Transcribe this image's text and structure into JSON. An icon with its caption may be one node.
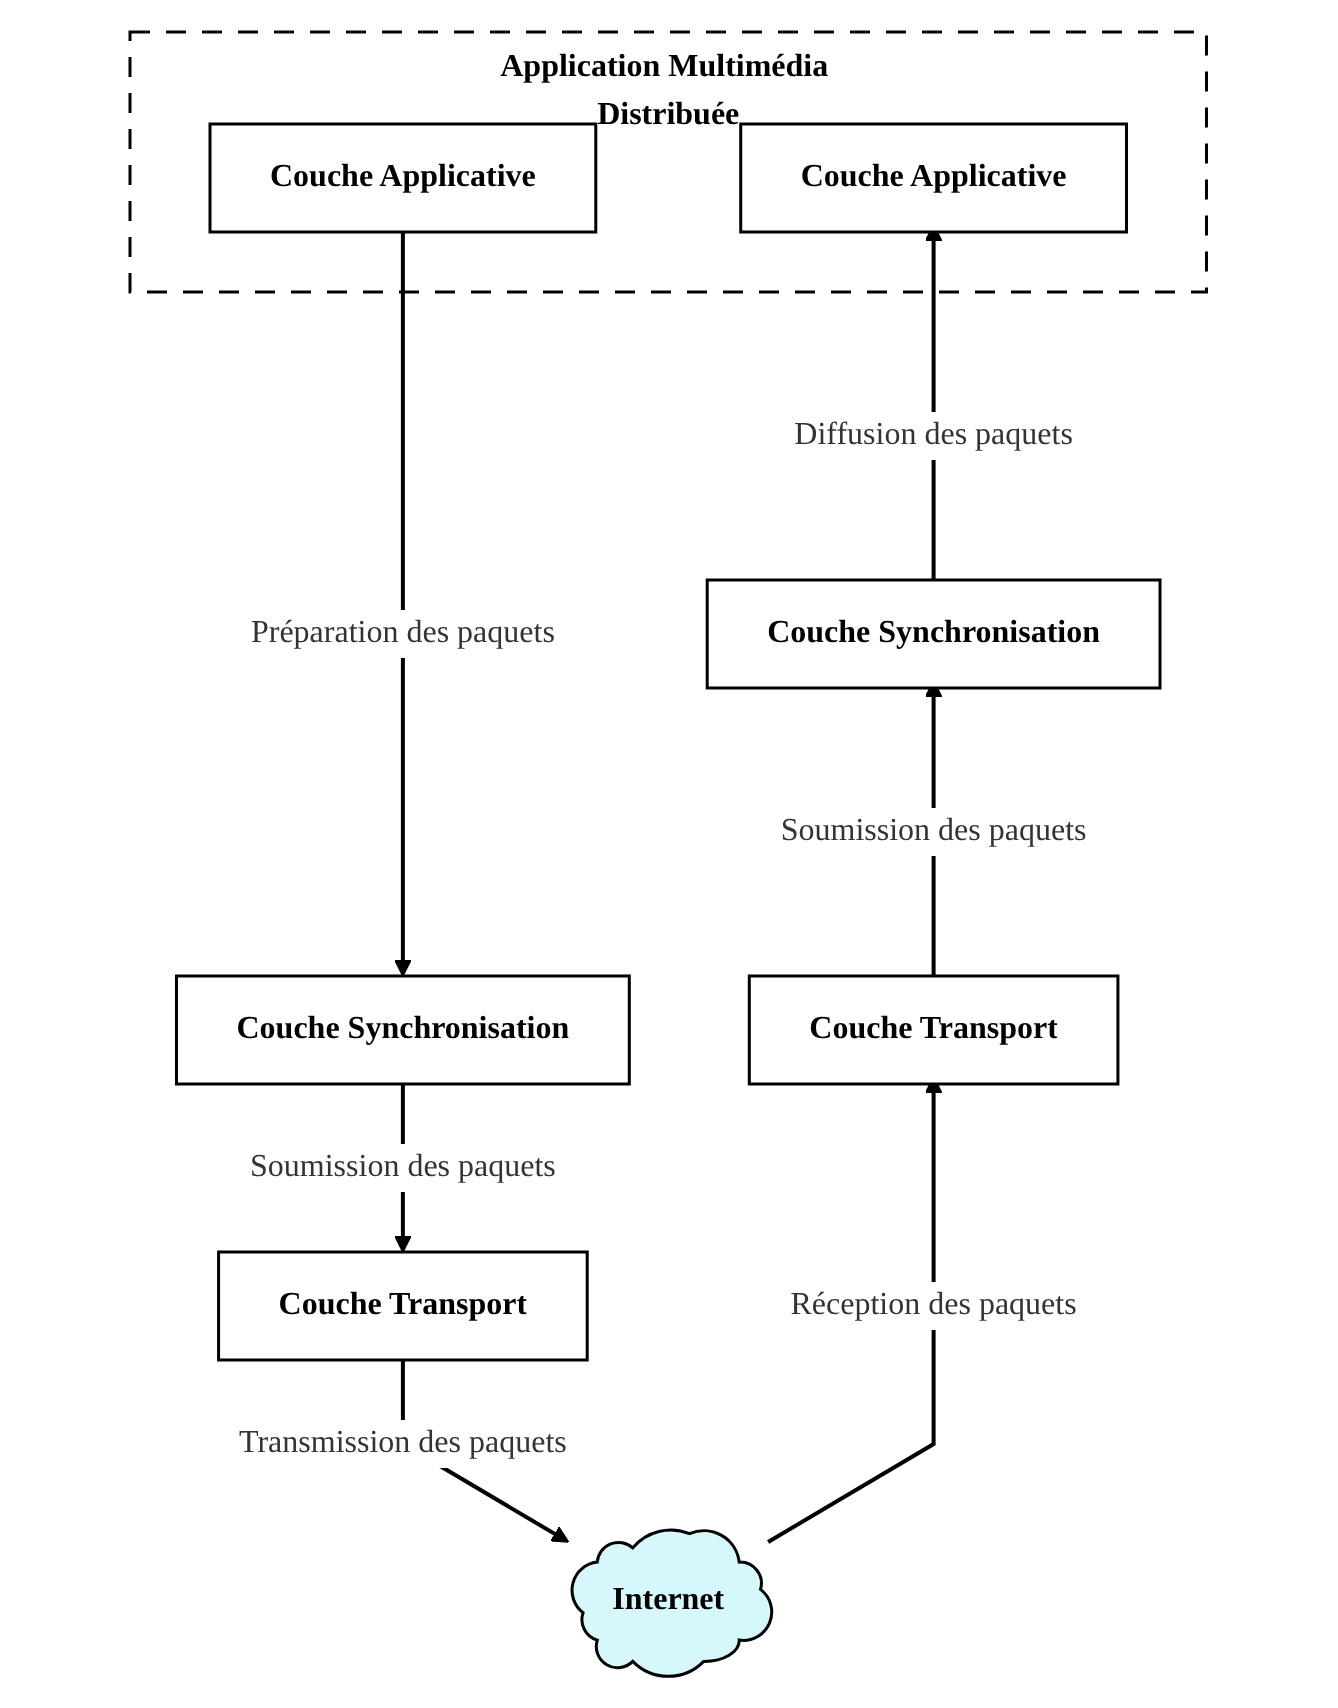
{
  "diagram": {
    "nodes": [
      {
        "text": [
          "Application Multimédia Distribuée"
        ]
      },
      {
        "text": [
          "Couche Applicative"
        ],
        "in": 0
      },
      {
        "text": [
          "Couche Applicative"
        ],
        "in": 0
      },
      {
        "text": [
          "Couche Synchronisation"
        ]
      },
      {
        "text": [
          "Couche Synchronisation"
        ]
      },
      {
        "text": [
          "Couche Transport"
        ]
      },
      {
        "text": [
          "Couche Transport"
        ]
      },
      {
        "text": [
          "Internet"
        ]
      }
    ],
    "edges": [
      {
        "from": 1,
        "to": 3,
        "arrow": "to",
        "label": "Préparation des paquets"
      },
      {
        "from": 3,
        "to": 5,
        "arrow": "to",
        "label": "Soumission des paquets"
      },
      {
        "from": 5,
        "to": 7,
        "arrow": "to",
        "label": "Transmission des paquets"
      },
      {
        "from": 7,
        "to": 6,
        "arrow": "to",
        "label": "Réception des paquets"
      },
      {
        "from": 6,
        "to": 4,
        "arrow": "to",
        "label": "Soumission des paquets"
      },
      {
        "from": 4,
        "to": 2,
        "arrow": "to",
        "label": "Diffusion des paquets"
      }
    ]
  }
}
